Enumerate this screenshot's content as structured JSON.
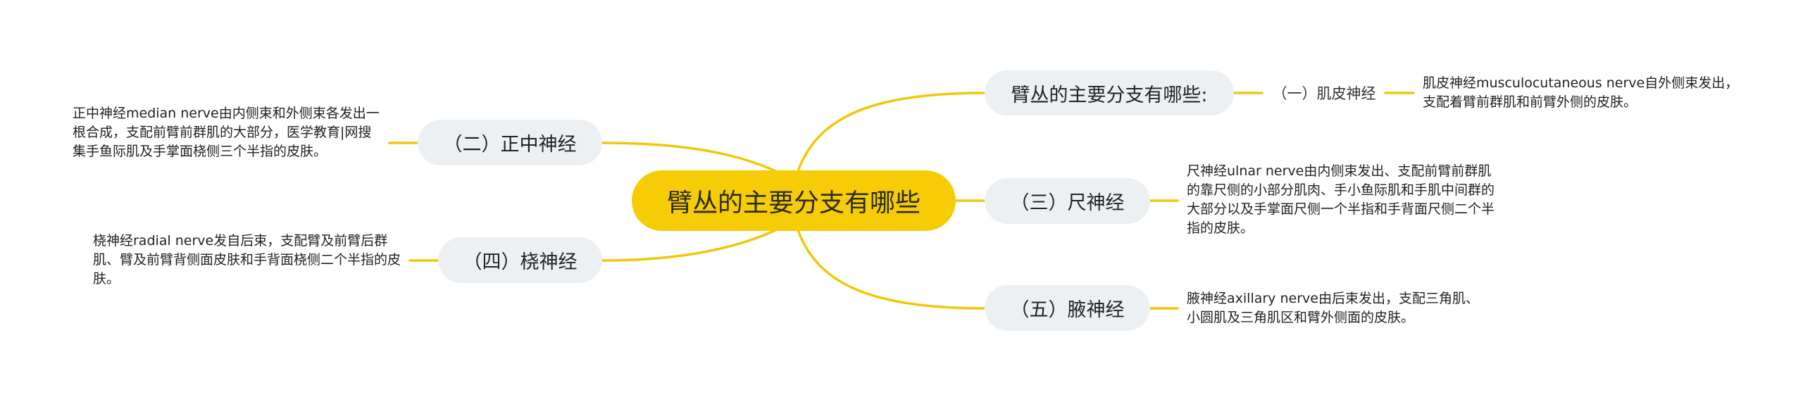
{
  "colors": {
    "root_fill": "#f5cc05",
    "branch_fill": "#edf0f3",
    "connector": "#f0c808",
    "background": "#ffffff"
  },
  "root": {
    "label": "臂丛的主要分支有哪些"
  },
  "right_branches": [
    {
      "label": "臂丛的主要分支有哪些:",
      "child": {
        "label": "（一）肌皮神经",
        "description": "肌皮神经musculocutaneous nerve自外侧束发出，支配着臂前群肌和前臂外侧的皮肤。"
      }
    },
    {
      "label": "（三）尺神经",
      "description": "尺神经ulnar nerve由内侧束发出、支配前臂前群肌的靠尺侧的小部分肌肉、手小鱼际肌和手肌中间群的大部分以及手掌面尺侧一个半指和手背面尺侧二个半指的皮肤。"
    },
    {
      "label": "（五）腋神经",
      "description": "腋神经axillary nerve由后束发出，支配三角肌、小圆肌及三角肌区和臂外侧面的皮肤。"
    }
  ],
  "left_branches": [
    {
      "label": "（二）正中神经",
      "description": "正中神经median nerve由内侧束和外侧束各发出一根合成，支配前臂前群肌的大部分，医学教育|网搜集手鱼际肌及手掌面桡侧三个半指的皮肤。"
    },
    {
      "label": "（四）桡神经",
      "description": "桡神经radial nerve发自后束，支配臂及前臂后群肌、臂及前臂背侧面皮肤和手背面桡侧二个半指的皮肤。"
    }
  ]
}
